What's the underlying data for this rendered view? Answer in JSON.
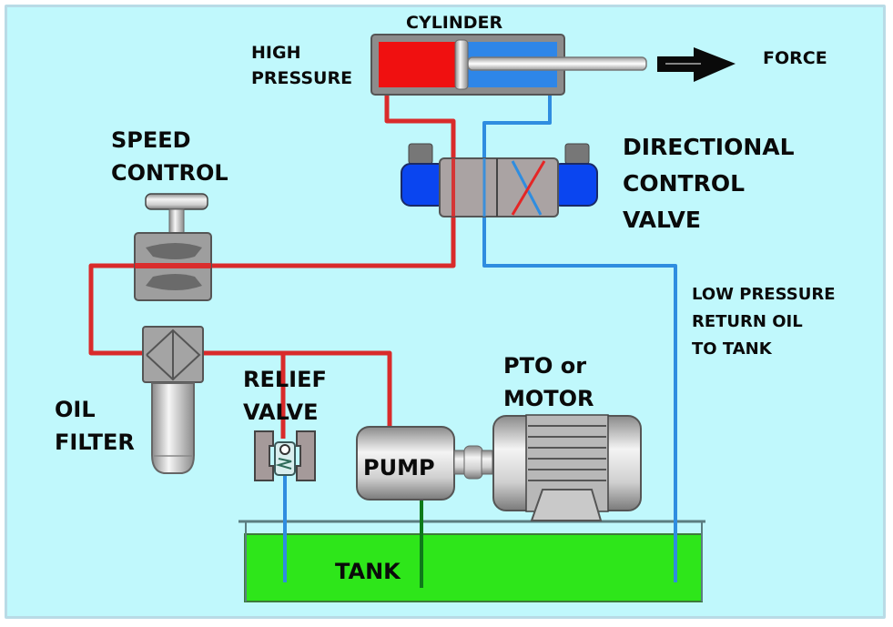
{
  "diagram": {
    "title": "Hydraulic System Schematic",
    "labels": {
      "cylinder": "CYLINDER",
      "high_pressure": "HIGH\nPRESSURE",
      "force": "FORCE",
      "speed_control": "SPEED\nCONTROL",
      "directional_control_valve": "DIRECTIONAL\nCONTROL\nVALVE",
      "low_pressure_return": "LOW PRESSURE\nRETURN OIL\nTO TANK",
      "relief_valve": "RELIEF\nVALVE",
      "pto_or_motor": "PTO or\nMOTOR",
      "oil_filter": "OIL\nFILTER",
      "pump": "PUMP",
      "tank": "TANK"
    },
    "colors": {
      "background": "#c0f8fc",
      "high_pressure_line": "#d92b2b",
      "low_pressure_line": "#2f8de0",
      "suction_line": "#0e7a1a",
      "oil": "#2ee61a",
      "cylinder_high": "#f01010",
      "cylinder_low": "#2e86e8",
      "solenoid": "#0a45f0",
      "component_grey": "#a9a9a9"
    }
  }
}
